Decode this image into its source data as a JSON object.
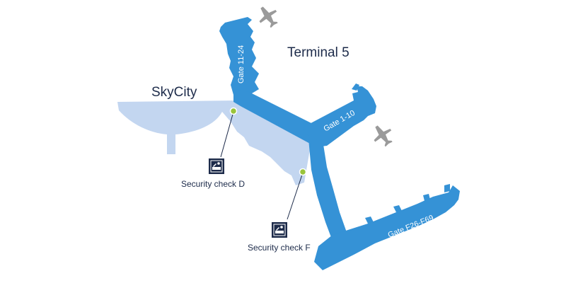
{
  "map": {
    "terminal_label": "Terminal 5",
    "skycity_label": "SkyCity",
    "gates": {
      "north": "Gate 11-24",
      "east": "Gate 1-10",
      "south": "Gate F26-F69"
    },
    "security": {
      "d": "Security check D",
      "f": "Security check F"
    },
    "icons": [
      "airplane-icon",
      "airplane-icon",
      "security-check-icon",
      "security-check-icon"
    ]
  },
  "colors": {
    "terminal": "#3592d6",
    "skycity": "#c3d6f0",
    "marker": "#9ac43a",
    "plane": "#9a9a9a",
    "security_icon": "#1d2b4a",
    "text": "#1d2b4a"
  }
}
